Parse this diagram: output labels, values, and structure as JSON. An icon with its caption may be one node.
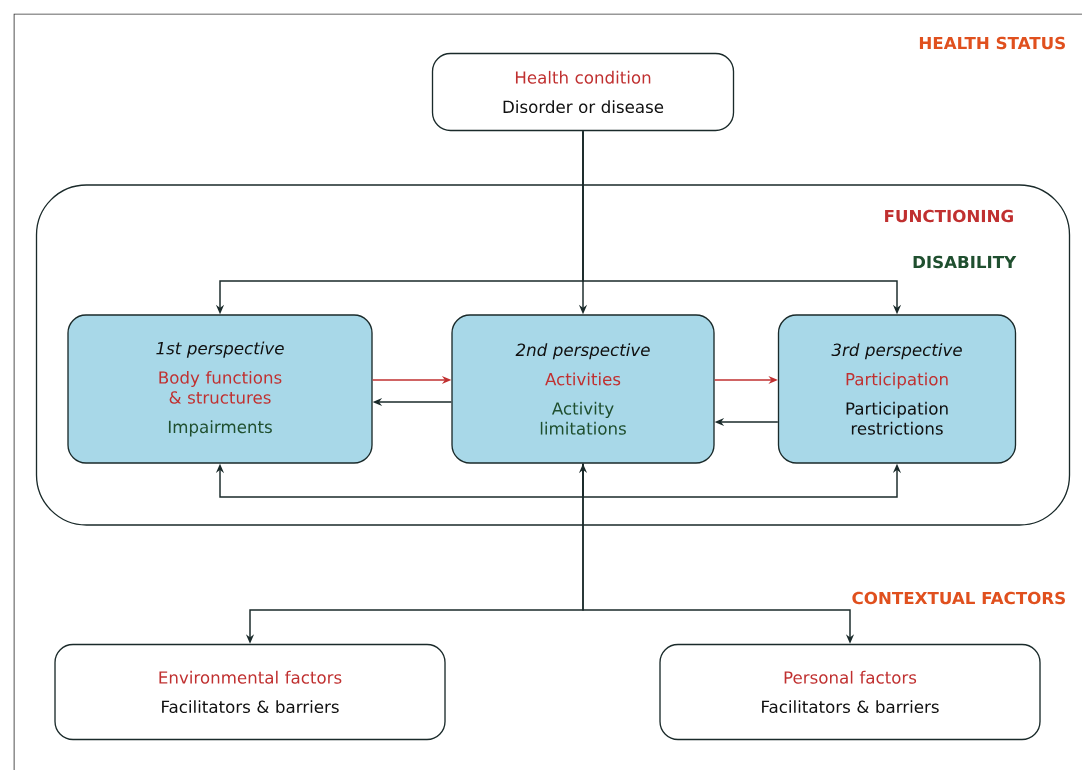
{
  "diagram": {
    "nodes": [
      {
        "text": [
          "Health condition",
          "Disorder or disease"
        ]
      },
      {
        "text": [
          "FUNCTIONING",
          "DISABILITY"
        ]
      },
      {
        "text": [
          "1st perspective",
          "Body functions & structures",
          "Impairments"
        ],
        "in": 1
      },
      {
        "text": [
          "2nd perspective",
          "Activities",
          "Activity limitations"
        ],
        "in": 1
      },
      {
        "text": [
          "3rd perspective",
          "Participation",
          "Participation restrictions"
        ],
        "in": 1
      },
      {
        "text": [
          "Environmental factors",
          "Facilitators & barriers"
        ]
      },
      {
        "text": [
          "Personal factors",
          "Facilitators & barriers"
        ]
      }
    ],
    "edges": [
      {
        "from": 0,
        "to": 3,
        "arrow": "to"
      },
      {
        "from": 0,
        "to": 2,
        "arrow": "to"
      },
      {
        "from": 0,
        "to": 4,
        "arrow": "to"
      },
      {
        "from": 2,
        "to": 3,
        "arrow": "to",
        "color": "#c03030"
      },
      {
        "from": 3,
        "to": 2,
        "arrow": "to"
      },
      {
        "from": 3,
        "to": 4,
        "arrow": "to",
        "color": "#c03030"
      },
      {
        "from": 4,
        "to": 3,
        "arrow": "to"
      },
      {
        "from": 5,
        "to": 3,
        "arrow": "both"
      },
      {
        "from": 3,
        "to": 6,
        "arrow": "to"
      },
      {
        "from": 3,
        "to": 2,
        "arrow": "to"
      },
      {
        "from": 3,
        "to": 4,
        "arrow": "to"
      }
    ],
    "labels": [
      "HEALTH STATUS",
      "CONTEXTUAL FACTORS"
    ]
  }
}
